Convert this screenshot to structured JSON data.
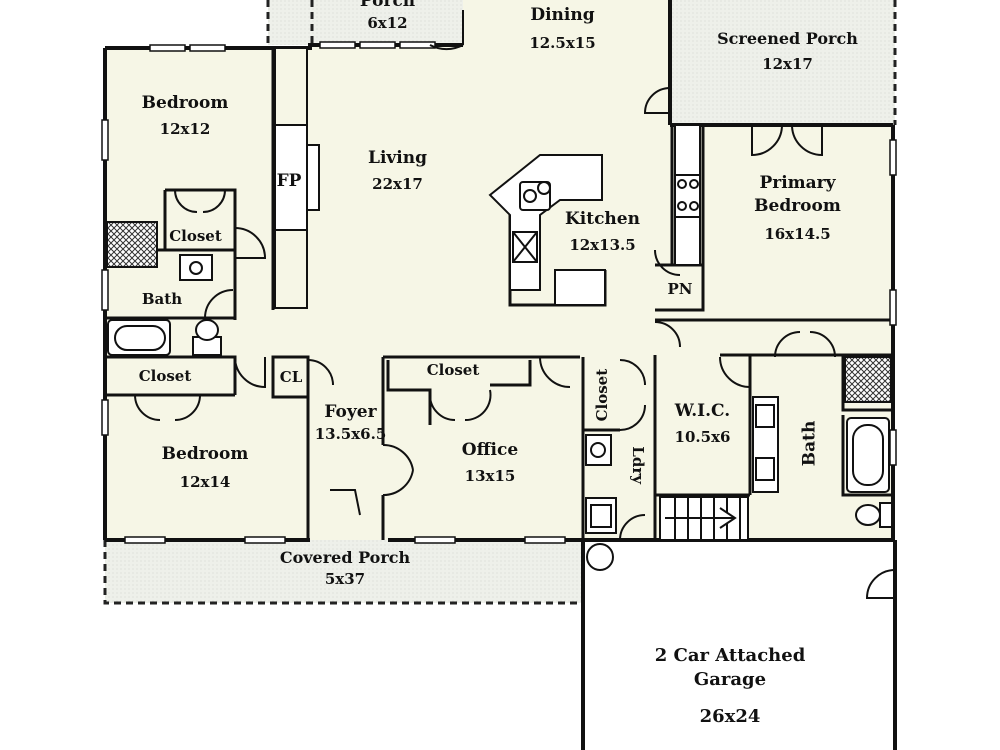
{
  "colors": {
    "floor": "#f6f6e6",
    "porch": "#f1f2ec",
    "wall": "#111111",
    "dash": "#222222",
    "white": "#ffffff"
  },
  "rooms": {
    "porch_top": {
      "name": "Porch",
      "dim": "6x12"
    },
    "dining": {
      "name": "Dining",
      "dim": "12.5x15"
    },
    "screened_porch": {
      "name": "Screened Porch",
      "dim": "12x17"
    },
    "bedroom_1": {
      "name": "Bedroom",
      "dim": "12x12"
    },
    "living": {
      "name": "Living",
      "dim": "22x17"
    },
    "fireplace": {
      "name": "FP"
    },
    "kitchen": {
      "name": "Kitchen",
      "dim": "12x13.5"
    },
    "primary_bedroom": {
      "name_line1": "Primary",
      "name_line2": "Bedroom",
      "dim": "16x14.5"
    },
    "pantry": {
      "name": "PN"
    },
    "closet_upper": {
      "name": "Closet"
    },
    "bath_1": {
      "name": "Bath"
    },
    "closet_lower": {
      "name": "Closet"
    },
    "coat_closet": {
      "name": "CL"
    },
    "foyer": {
      "name": "Foyer",
      "dim": "13.5x6.5"
    },
    "office_closet": {
      "name": "Closet"
    },
    "laundry_closet": {
      "name": "Closet"
    },
    "wic": {
      "name": "W.I.C.",
      "dim": "10.5x6"
    },
    "bath_primary": {
      "name": "Bath"
    },
    "bedroom_2": {
      "name": "Bedroom",
      "dim": "12x14"
    },
    "office": {
      "name": "Office",
      "dim": "13x15"
    },
    "laundry": {
      "name": "Ldry"
    },
    "covered_porch": {
      "name": "Covered Porch",
      "dim": "5x37"
    },
    "garage": {
      "name_line1": "2 Car Attached",
      "name_line2": "Garage",
      "dim": "26x24"
    }
  }
}
